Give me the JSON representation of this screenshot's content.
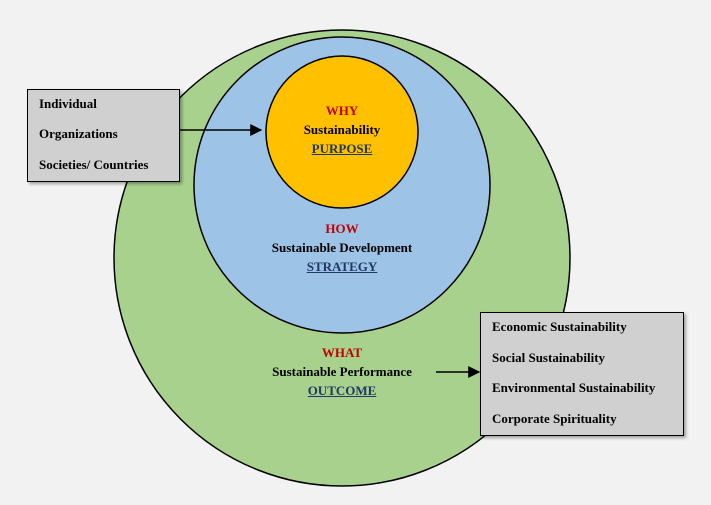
{
  "colors": {
    "outer_circle": "#a9d18e",
    "middle_circle": "#9dc3e6",
    "inner_circle": "#ffc000",
    "keyword": "#c00000",
    "link": "#1f3864",
    "box": "#d0d0d0",
    "background": "#f2f2f2"
  },
  "inner": {
    "keyword": "WHY",
    "title": "Sustainability",
    "link": "PURPOSE"
  },
  "middle": {
    "keyword": "HOW",
    "title": "Sustainable Development",
    "link": "STRATEGY"
  },
  "outer": {
    "keyword": "WHAT",
    "title": "Sustainable Performance",
    "link": "OUTCOME"
  },
  "left_box": {
    "items": [
      "Individual",
      "Organizations",
      "Societies/ Countries"
    ]
  },
  "right_box": {
    "items": [
      "Economic Sustainability",
      "Social Sustainability",
      "Environmental Sustainability",
      "Corporate Spirituality"
    ]
  }
}
